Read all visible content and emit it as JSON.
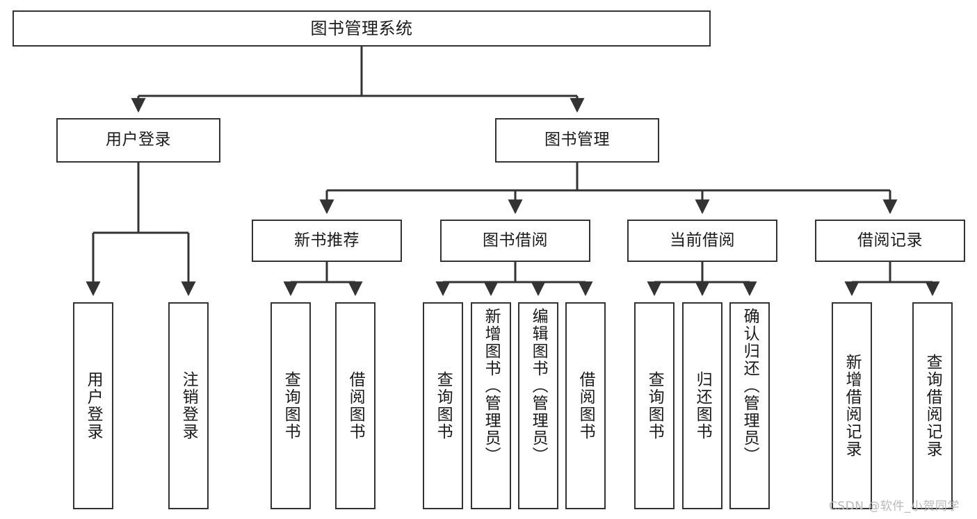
{
  "diagram": {
    "title": "图书管理系统",
    "type": "tree-hierarchy-functional-structure",
    "orientation": "top-down",
    "line_color": "#333333",
    "box_fill": "#ffffff",
    "text_color": "#1a1a1a"
  },
  "nodes": {
    "root": {
      "label": "图书管理系统"
    },
    "level2": [
      {
        "id": "user-login",
        "label": "用户登录"
      },
      {
        "id": "book-management",
        "label": "图书管理"
      }
    ],
    "level3": [
      {
        "id": "new-book-recommend",
        "label": "新书推荐"
      },
      {
        "id": "book-borrow",
        "label": "图书借阅"
      },
      {
        "id": "current-borrow",
        "label": "当前借阅"
      },
      {
        "id": "borrow-record",
        "label": "借阅记录"
      }
    ],
    "leaves": {
      "user_login": [
        {
          "id": "leaf-user-login",
          "label": "用户登录"
        },
        {
          "id": "leaf-user-logout",
          "label": "注销登录"
        }
      ],
      "new_book_recommend": [
        {
          "id": "leaf-query-book-1",
          "label": "查询图书"
        },
        {
          "id": "leaf-borrow-book-1",
          "label": "借阅图书"
        }
      ],
      "book_borrow": [
        {
          "id": "leaf-query-book-2",
          "label": "查询图书"
        },
        {
          "id": "leaf-add-book",
          "label": "新增图书（管理员）"
        },
        {
          "id": "leaf-edit-book",
          "label": "编辑图书（管理员）"
        },
        {
          "id": "leaf-borrow-book-2",
          "label": "借阅图书"
        }
      ],
      "current_borrow": [
        {
          "id": "leaf-query-book-3",
          "label": "查询图书"
        },
        {
          "id": "leaf-return-book",
          "label": "归还图书"
        },
        {
          "id": "leaf-confirm-return",
          "label": "确认归还（管理员）"
        }
      ],
      "borrow_record": [
        {
          "id": "leaf-add-borrow-record",
          "label": "新增借阅记录"
        },
        {
          "id": "leaf-query-borrow-record",
          "label": "查询借阅记录"
        }
      ]
    }
  },
  "watermark": {
    "text": "CSDN @软件_小贺同学"
  }
}
